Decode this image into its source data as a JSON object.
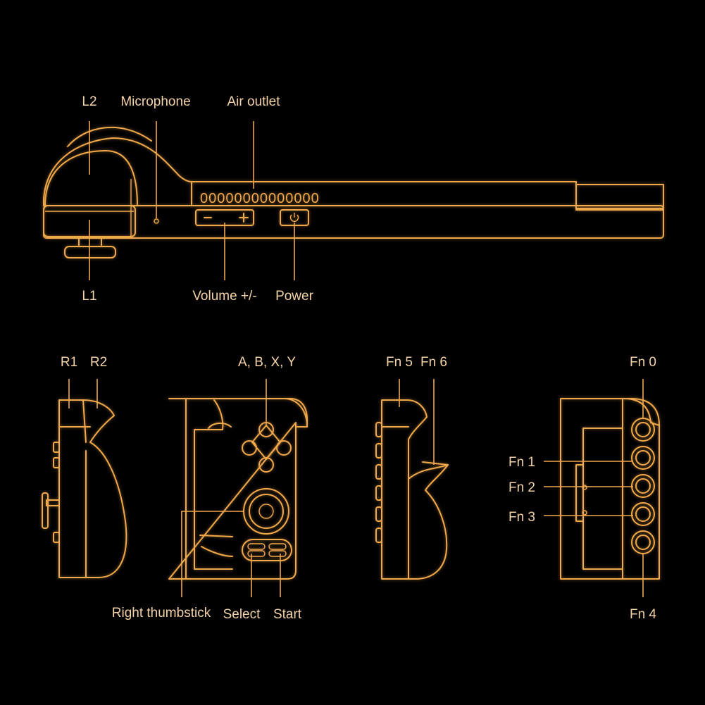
{
  "colors": {
    "background": "#000000",
    "outline": "#f0a84a",
    "label": "#f3d2a8"
  },
  "top_view": {
    "l2": "L2",
    "microphone": "Microphone",
    "air_outlet": "Air outlet",
    "vent_slots": "00000000000000",
    "l1": "L1",
    "volume": "Volume +/-",
    "power": "Power"
  },
  "right_views": {
    "r1": "R1",
    "r2": "R2",
    "abxy": "A, B, X, Y",
    "right_thumbstick": "Right thumbstick",
    "select": "Select",
    "start": "Start"
  },
  "fn_views": {
    "fn5": "Fn 5",
    "fn6": "Fn 6",
    "fn0": "Fn 0",
    "fn1": "Fn 1",
    "fn2": "Fn 2",
    "fn3": "Fn 3",
    "fn4": "Fn 4"
  }
}
